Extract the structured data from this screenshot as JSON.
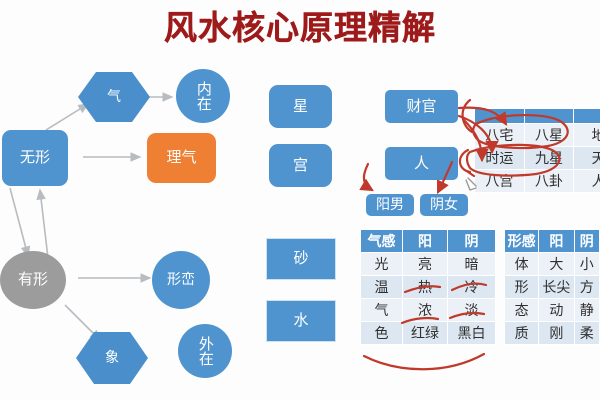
{
  "page": {
    "title": "风水核心原理精解",
    "title_color": "#9e1b1b",
    "accent_blue": "#5094cf",
    "accent_orange": "#ef8033",
    "accent_gray": "#9c9c9c",
    "annotation_red": "#c0392b"
  },
  "flow": {
    "wuxing": "无形",
    "youxing": "有形",
    "qi": "气",
    "xiang": "象",
    "neizai": "内在",
    "waizai": "外在",
    "liqi": "理气",
    "xingluan": "形峦"
  },
  "middle": {
    "xing": "星",
    "gong": "宫",
    "sha": "砂",
    "shui": "水"
  },
  "right_nodes": {
    "caiguan": "财官",
    "ren": "人",
    "yangnan": "阳男",
    "yinnv": "阴女"
  },
  "table_a": {
    "headers": [
      "",
      "",
      ""
    ],
    "rows": [
      [
        "八宅",
        "八星",
        "地"
      ],
      [
        "时运",
        "九星",
        "天"
      ],
      [
        "八宫",
        "八卦",
        "人"
      ]
    ]
  },
  "table_b": {
    "headers": [
      "气感",
      "阳",
      "阴"
    ],
    "rows": [
      [
        "光",
        "亮",
        "暗"
      ],
      [
        "温",
        "热",
        "冷"
      ],
      [
        "气",
        "浓",
        "淡"
      ],
      [
        "色",
        "红绿",
        "黑白"
      ]
    ]
  },
  "table_c": {
    "headers": [
      "形感",
      "阳",
      "阴"
    ],
    "rows": [
      [
        "体",
        "大",
        "小"
      ],
      [
        "形",
        "长尖",
        "方"
      ],
      [
        "态",
        "动",
        "静"
      ],
      [
        "质",
        "刚",
        "柔"
      ]
    ]
  }
}
